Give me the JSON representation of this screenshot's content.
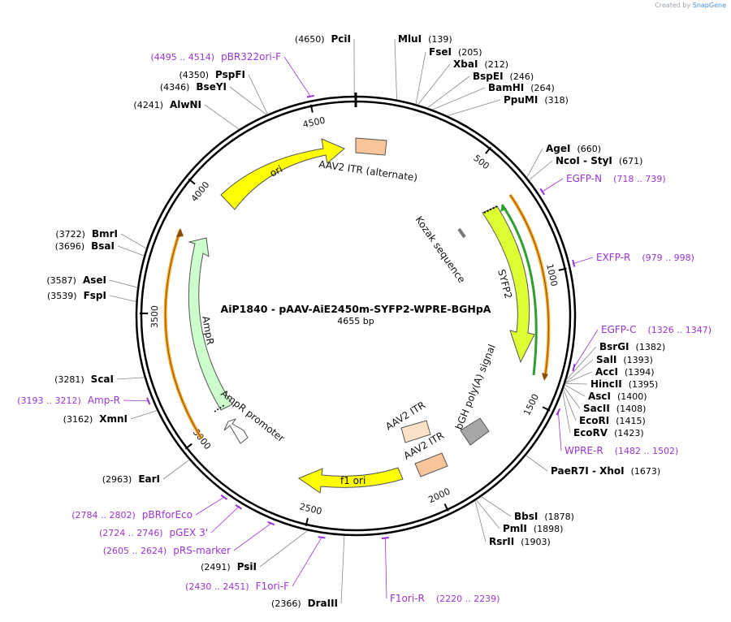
{
  "credit": {
    "prefix": "Created by",
    "brand": "SnapGene"
  },
  "map": {
    "title": "AiP1840 - pAAV-AiE2450m-SYFP2-WPRE-BGHpA",
    "length_label": "4655 bp",
    "length": 4655
  },
  "ticks": [
    {
      "label": "500",
      "pos": 500
    },
    {
      "label": "1000",
      "pos": 1000
    },
    {
      "label": "1500",
      "pos": 1500
    },
    {
      "label": "2000",
      "pos": 2000
    },
    {
      "label": "2500",
      "pos": 2500
    },
    {
      "label": "3000",
      "pos": 3000
    },
    {
      "label": "3500",
      "pos": 3500
    },
    {
      "label": "4000",
      "pos": 4000
    },
    {
      "label": "4500",
      "pos": 4500
    }
  ],
  "enzymes": [
    {
      "name": "PciI",
      "pos_label": "(4650)",
      "pos": 4650
    },
    {
      "name": "MluI",
      "pos_label": "(139)",
      "pos": 139
    },
    {
      "name": "FseI",
      "pos_label": "(205)",
      "pos": 205
    },
    {
      "name": "XbaI",
      "pos_label": "(212)",
      "pos": 212
    },
    {
      "name": "BspEI",
      "pos_label": "(246)",
      "pos": 246
    },
    {
      "name": "BamHI",
      "pos_label": "(264)",
      "pos": 264
    },
    {
      "name": "PpuMI",
      "pos_label": "(318)",
      "pos": 318
    },
    {
      "name": "AgeI",
      "pos_label": "(660)",
      "pos": 660
    },
    {
      "name": "NcoI - StyI",
      "pos_label": "(671)",
      "pos": 671
    },
    {
      "name": "BsrGI",
      "pos_label": "(1382)",
      "pos": 1382
    },
    {
      "name": "SalI",
      "pos_label": "(1393)",
      "pos": 1393
    },
    {
      "name": "AccI",
      "pos_label": "(1394)",
      "pos": 1394
    },
    {
      "name": "HincII",
      "pos_label": "(1395)",
      "pos": 1395
    },
    {
      "name": "AscI",
      "pos_label": "(1400)",
      "pos": 1400
    },
    {
      "name": "SacII",
      "pos_label": "(1408)",
      "pos": 1408
    },
    {
      "name": "EcoRI",
      "pos_label": "(1415)",
      "pos": 1415
    },
    {
      "name": "EcoRV",
      "pos_label": "(1423)",
      "pos": 1423
    },
    {
      "name": "PaeR7I - XhoI",
      "pos_label": "(1673)",
      "pos": 1673
    },
    {
      "name": "BbsI",
      "pos_label": "(1878)",
      "pos": 1878
    },
    {
      "name": "PmlI",
      "pos_label": "(1898)",
      "pos": 1898
    },
    {
      "name": "RsrII",
      "pos_label": "(1903)",
      "pos": 1903
    },
    {
      "name": "DraIII",
      "pos_label": "(2366)",
      "pos": 2366
    },
    {
      "name": "PsiI",
      "pos_label": "(2491)",
      "pos": 2491
    },
    {
      "name": "EarI",
      "pos_label": "(2963)",
      "pos": 2963
    },
    {
      "name": "XmnI",
      "pos_label": "(3162)",
      "pos": 3162
    },
    {
      "name": "ScaI",
      "pos_label": "(3281)",
      "pos": 3281
    },
    {
      "name": "FspI",
      "pos_label": "(3539)",
      "pos": 3539
    },
    {
      "name": "AseI",
      "pos_label": "(3587)",
      "pos": 3587
    },
    {
      "name": "BsaI",
      "pos_label": "(3696)",
      "pos": 3696
    },
    {
      "name": "BmrI",
      "pos_label": "(3722)",
      "pos": 3722
    },
    {
      "name": "AlwNI",
      "pos_label": "(4241)",
      "pos": 4241
    },
    {
      "name": "BseYI",
      "pos_label": "(4346)",
      "pos": 4346
    },
    {
      "name": "PspFI",
      "pos_label": "(4350)",
      "pos": 4350
    }
  ],
  "primers": [
    {
      "name": "pBR322ori-F",
      "range_label": "(4495 .. 4514)",
      "start": 4495,
      "end": 4514
    },
    {
      "name": "EGFP-N",
      "range_label": "(718 .. 739)",
      "start": 718,
      "end": 739
    },
    {
      "name": "EXFP-R",
      "range_label": "(979 .. 998)",
      "start": 979,
      "end": 998
    },
    {
      "name": "EGFP-C",
      "range_label": "(1326 .. 1347)",
      "start": 1326,
      "end": 1347
    },
    {
      "name": "WPRE-R",
      "range_label": "(1482 .. 1502)",
      "start": 1482,
      "end": 1502
    },
    {
      "name": "F1ori-R",
      "range_label": "(2220 .. 2239)",
      "start": 2220,
      "end": 2239
    },
    {
      "name": "F1ori-F",
      "range_label": "(2430 .. 2451)",
      "start": 2430,
      "end": 2451
    },
    {
      "name": "pRS-marker",
      "range_label": "(2605 .. 2624)",
      "start": 2605,
      "end": 2624
    },
    {
      "name": "pGEX 3'",
      "range_label": "(2724 .. 2746)",
      "start": 2724,
      "end": 2746
    },
    {
      "name": "pBRforEco",
      "range_label": "(2784 .. 2802)",
      "start": 2784,
      "end": 2802
    },
    {
      "name": "Amp-R",
      "range_label": "(3193 .. 3212)",
      "start": 3193,
      "end": 3212
    }
  ],
  "features": [
    {
      "name": "AAV2 ITR (alternate)",
      "color": "#f8c59a"
    },
    {
      "name": "ori",
      "color": "#ffff00"
    },
    {
      "name": "Kozak sequence",
      "color": "#bdbdbd"
    },
    {
      "name": "SYFP2",
      "color": "#ddff33"
    },
    {
      "name": "bGH poly(A) signal",
      "color": "#a6a6a6"
    },
    {
      "name": "AAV2 ITR",
      "color": "#fbe2c6"
    },
    {
      "name": "AAV2 ITR",
      "color": "#f8c59a"
    },
    {
      "name": "f1 ori",
      "color": "#ffff00"
    },
    {
      "name": "AmpR",
      "color": "#ccffcc"
    },
    {
      "name": "AmpR promoter",
      "color": "#ffffff"
    }
  ],
  "colors": {
    "enzyme_text": "#000000",
    "primer": "#9b33d6",
    "orf_orange": "#f5a623",
    "orf_green": "#2e9e2e",
    "backbone": "#000000"
  }
}
